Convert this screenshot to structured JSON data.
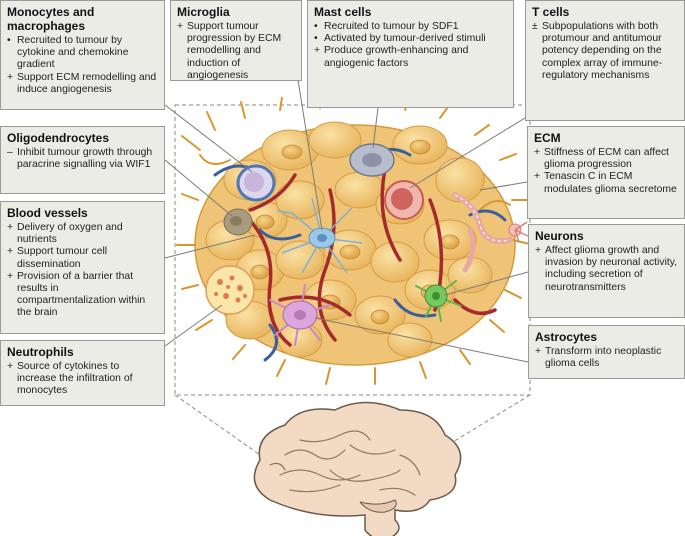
{
  "boxes": {
    "monocytes": {
      "title": "Monocytes and macrophages",
      "items": [
        {
          "marker": "•",
          "text": "Recruited to tumour by cytokine and chemokine gradient"
        },
        {
          "marker": "+",
          "text": "Support ECM remodelling and induce angiogenesis"
        }
      ]
    },
    "microglia": {
      "title": "Microglia",
      "items": [
        {
          "marker": "+",
          "text": "Support tumour progression by ECM remodelling and induction of angiogenesis"
        }
      ]
    },
    "mast": {
      "title": "Mast cells",
      "items": [
        {
          "marker": "•",
          "text": "Recruited to tumour by SDF1"
        },
        {
          "marker": "•",
          "text": "Activated by tumour-derived stimuli"
        },
        {
          "marker": "+",
          "text": "Produce growth-enhancing and angiogenic factors"
        }
      ]
    },
    "tcells": {
      "title": "T cells",
      "items": [
        {
          "marker": "±",
          "text": "Subpopulations with both protumour and antitumour potency depending on the complex array of immune-regulatory mechanisms"
        }
      ]
    },
    "oligo": {
      "title": "Oligodendrocytes",
      "items": [
        {
          "marker": "–",
          "text": "Inhibit tumour growth through paracrine signalling via WIF1"
        }
      ]
    },
    "ecm": {
      "title": "ECM",
      "items": [
        {
          "marker": "+",
          "text": "Stiffness of ECM can affect glioma progression"
        },
        {
          "marker": "+",
          "text": "Tenascin C in ECM modulates glioma secretome"
        }
      ]
    },
    "vessels": {
      "title": "Blood vessels",
      "items": [
        {
          "marker": "+",
          "text": "Delivery of oxygen and nutrients"
        },
        {
          "marker": "+",
          "text": "Support tumour cell dissemination"
        },
        {
          "marker": "+",
          "text": "Provision of a barrier that results in compartmentalization within the brain"
        }
      ]
    },
    "neurons": {
      "title": "Neurons",
      "items": [
        {
          "marker": "+",
          "text": "Affect glioma growth and invasion by neuronal activity, including secretion of neurotransmitters"
        }
      ]
    },
    "astro": {
      "title": "Astrocytes",
      "items": [
        {
          "marker": "+",
          "text": "Transform into neoplastic glioma cells"
        }
      ]
    },
    "neutro": {
      "title": "Neutrophils",
      "items": [
        {
          "marker": "+",
          "text": "Source of cytokines to increase the infiltration of monocytes"
        }
      ]
    }
  },
  "colors": {
    "box_fill": "#ecece6",
    "tumour_cell": "#f1c879",
    "process": "#e0a43a",
    "vessel_red": "#a42a2c",
    "vessel_blue": "#3b5f9c",
    "mast": "#9aa3b8",
    "tcell": "#d0645e",
    "microglia": "#9bc8e6",
    "neuron": "#5cb84a",
    "astrocyte": "#c58ac8"
  }
}
